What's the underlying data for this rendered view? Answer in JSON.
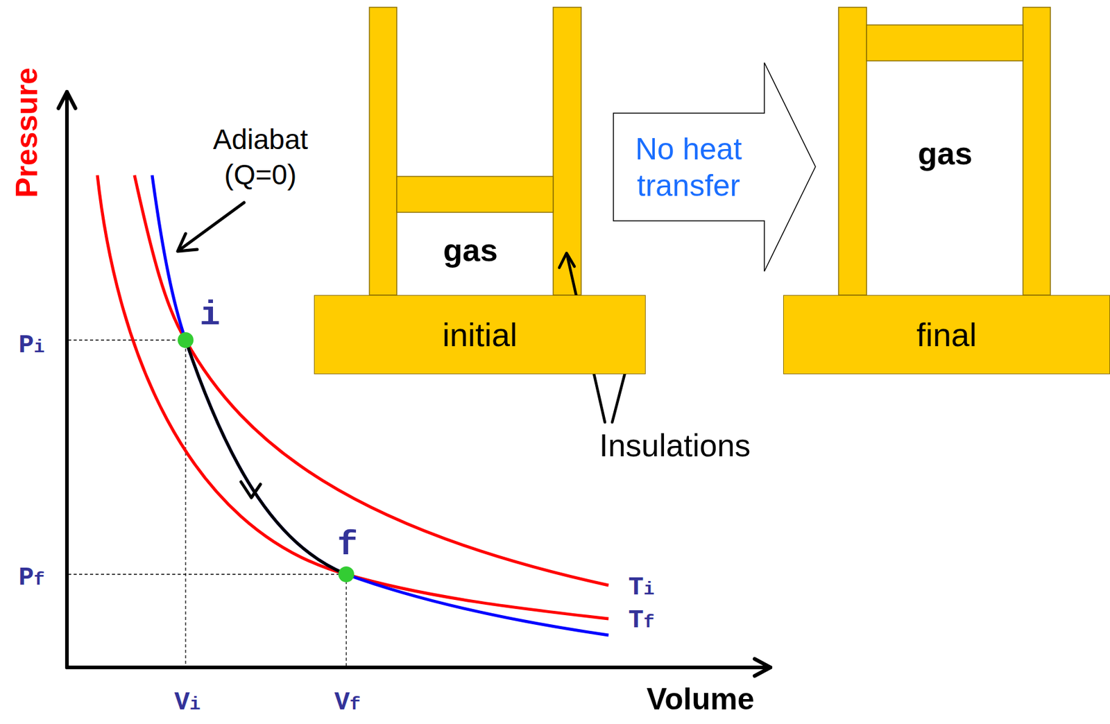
{
  "diagram": {
    "nodes": [
      {
        "text": [
          "initial"
        ]
      },
      {
        "text": [
          "No heat transfer"
        ]
      },
      {
        "text": [
          "final"
        ]
      }
    ],
    "labels": [
      "Pressure",
      "Volume",
      "Adiabat (Q=0)",
      "i",
      "f",
      "Pi",
      "Pf",
      "Vi",
      "Vf",
      "Ti",
      "Tf",
      "gas",
      "gas",
      "Insulations"
    ]
  }
}
